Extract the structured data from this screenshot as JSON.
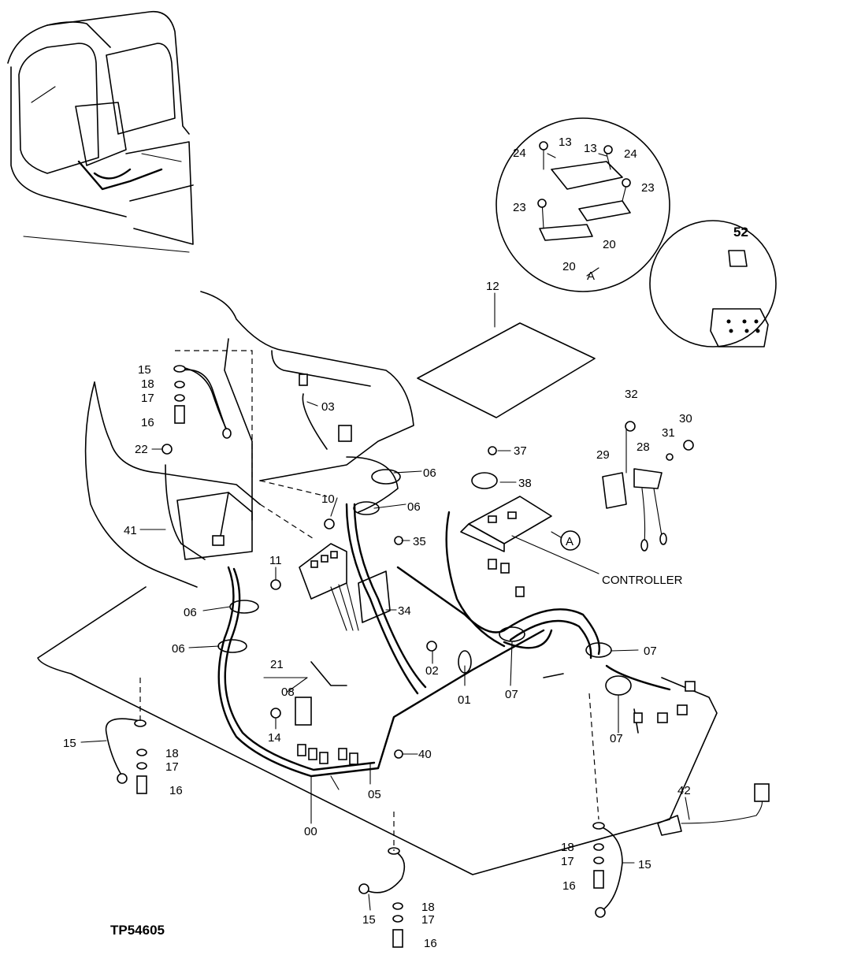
{
  "figure_id": "TP54605",
  "controller_label": "CONTROLLER",
  "detail_marker": "A",
  "callouts": {
    "c00": "00",
    "c01": "01",
    "c02": "02",
    "c03": "03",
    "c05": "05",
    "c06a": "06",
    "c06b": "06",
    "c06c": "06",
    "c06d": "06",
    "c07a": "07",
    "c07b": "07",
    "c07c": "07",
    "c08": "08",
    "c10": "10",
    "c11": "11",
    "c12": "12",
    "c13a": "13",
    "c13b": "13",
    "c14": "14",
    "c15a": "15",
    "c15b": "15",
    "c15c": "15",
    "c15d": "15",
    "c16a": "16",
    "c16b": "16",
    "c16c": "16",
    "c16d": "16",
    "c17a": "17",
    "c17b": "17",
    "c17c": "17",
    "c17d": "17",
    "c18a": "18",
    "c18b": "18",
    "c18c": "18",
    "c18d": "18",
    "c20a": "20",
    "c20b": "20",
    "c21": "21",
    "c22": "22",
    "c23a": "23",
    "c23b": "23",
    "c24a": "24",
    "c24b": "24",
    "c28": "28",
    "c29": "29",
    "c30": "30",
    "c31": "31",
    "c32": "32",
    "c34": "34",
    "c35": "35",
    "c37": "37",
    "c38": "38",
    "c40": "40",
    "c41": "41",
    "c42": "42",
    "c52": "52"
  }
}
